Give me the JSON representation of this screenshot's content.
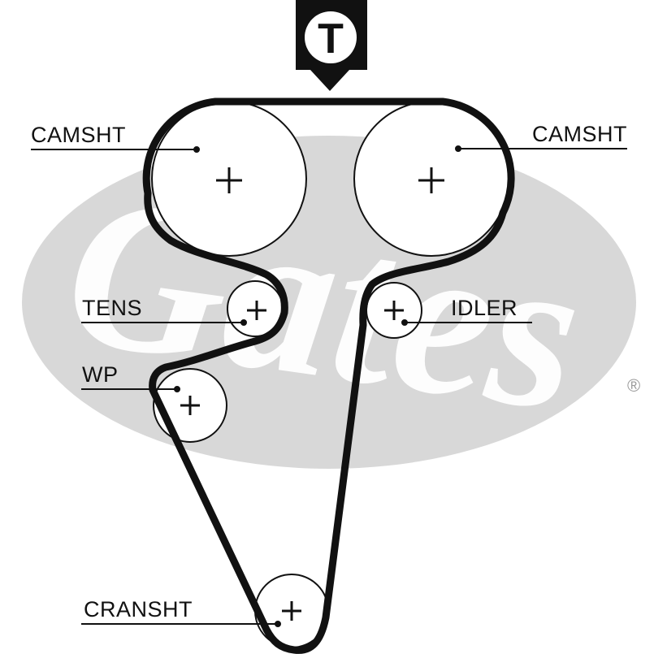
{
  "watermark": {
    "brand": "Gates",
    "registered_mark": "®",
    "color": "#d8d8d8"
  },
  "tension_marker": {
    "letter": "T"
  },
  "colors": {
    "belt": "#111111",
    "pulley_outline": "#111111",
    "label_text": "#111111"
  },
  "pulleys": [
    {
      "id": "camshaft-left",
      "label": "CAMSHT"
    },
    {
      "id": "camshaft-right",
      "label": "CAMSHT"
    },
    {
      "id": "tensioner",
      "label": "TENS"
    },
    {
      "id": "idler",
      "label": "IDLER"
    },
    {
      "id": "water-pump",
      "label": "WP"
    },
    {
      "id": "crankshaft",
      "label": "CRANSHT"
    }
  ]
}
